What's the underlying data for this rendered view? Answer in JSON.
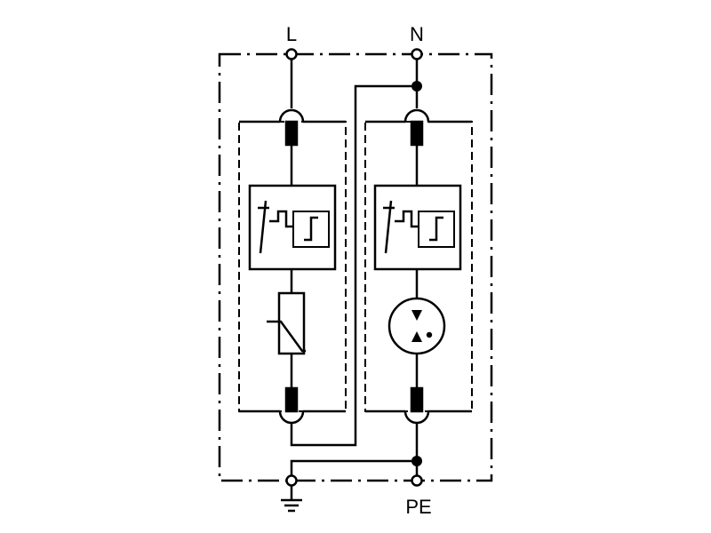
{
  "terminals": {
    "line": "L",
    "neutral": "N",
    "protective_earth": "PE"
  },
  "modules": [
    {
      "component": "varistor",
      "disconnector": "thermal-disconnect"
    },
    {
      "component": "gas-discharge-tube",
      "disconnector": "thermal-disconnect"
    }
  ],
  "ground_symbol": "earth-ground-icon",
  "colors": {
    "stroke": "#000000",
    "background": "#ffffff"
  }
}
